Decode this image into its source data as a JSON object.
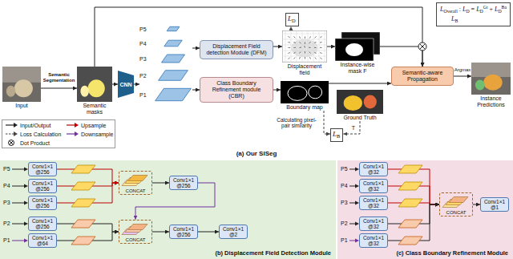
{
  "diagram": {
    "nodes": [
      {
        "text": [
          "Input"
        ]
      },
      {
        "text": [
          "Semantic masks"
        ]
      },
      {
        "text": [
          "CNN"
        ]
      },
      {
        "text": [
          "P5",
          "P4",
          "P3",
          "P2",
          "P1"
        ]
      },
      {
        "text": [
          "Displacement Field detection Module (DFM)"
        ]
      },
      {
        "text": [
          "Class Boundary Refinement module (CBR)"
        ]
      },
      {
        "text": [
          "L",
          "D"
        ]
      },
      {
        "text": [
          "Displacement field"
        ]
      },
      {
        "text": [
          "Instance-wise mask F"
        ]
      },
      {
        "text": [
          "Boundary map"
        ]
      },
      {
        "text": [
          "L",
          "B"
        ]
      },
      {
        "text": [
          "Ground Truth"
        ]
      },
      {
        "text": [
          "Semantic-aware Propagation"
        ]
      },
      {
        "text": [
          "Instance Predictions"
        ]
      },
      {
        "text": [
          "L",
          "Overall",
          ":",
          "L",
          "D",
          "=",
          "L",
          "D",
          "Gt",
          "+",
          "L",
          "D",
          "Ba",
          "L",
          "B"
        ]
      },
      {
        "text": [
          "(b) Displacement Field Detection Module"
        ]
      },
      {
        "text": [
          "Conv1×1 @256"
        ],
        "in": 15
      },
      {
        "text": [
          "Conv1×1 @256"
        ],
        "in": 15
      },
      {
        "text": [
          "Conv1×1 @256"
        ],
        "in": 15
      },
      {
        "text": [
          "Conv1×1 @256"
        ],
        "in": 15
      },
      {
        "text": [
          "Conv1×1 @64"
        ],
        "in": 15
      },
      {
        "text": [
          "CONCAT"
        ],
        "in": 15
      },
      {
        "text": [
          "Conv1×1 @256"
        ],
        "in": 15
      },
      {
        "text": [
          "CONCAT"
        ],
        "in": 15
      },
      {
        "text": [
          "Conv1×1 @256"
        ],
        "in": 15
      },
      {
        "text": [
          "Conv1×1 @2"
        ],
        "in": 15
      },
      {
        "text": [
          "(c) Class Boundary Refinement Module"
        ]
      },
      {
        "text": [
          "Conv1×1 @32"
        ],
        "in": 26
      },
      {
        "text": [
          "Conv1×1 @32"
        ],
        "in": 26
      },
      {
        "text": [
          "Conv1×1 @32"
        ],
        "in": 26
      },
      {
        "text": [
          "Conv1×1 @32"
        ],
        "in": 26
      },
      {
        "text": [
          "Conv1×1 @32"
        ],
        "in": 26
      },
      {
        "text": [
          "CONCAT"
        ],
        "in": 26
      },
      {
        "text": [
          "Conv1×1 @1"
        ],
        "in": 26
      }
    ],
    "edges": [
      {
        "from": 0,
        "to": 1,
        "arrow": "to",
        "label": "Semantic Segmentation"
      },
      {
        "from": 1,
        "to": 2,
        "arrow": "to"
      },
      {
        "from": 2,
        "to": 3,
        "arrow": "to"
      },
      {
        "from": 3,
        "to": 4,
        "arrow": "to"
      },
      {
        "from": 3,
        "to": 5,
        "arrow": "to"
      },
      {
        "from": 4,
        "to": 7,
        "arrow": "to"
      },
      {
        "from": 7,
        "to": 6,
        "arrow": "to"
      },
      {
        "from": 7,
        "to": 8,
        "arrow": "to"
      },
      {
        "from": 8,
        "to": 12,
        "arrow": "to"
      },
      {
        "from": 1,
        "to": 12,
        "arrow": "to"
      },
      {
        "from": 5,
        "to": 9,
        "arrow": "to"
      },
      {
        "from": 9,
        "to": 10,
        "arrow": "to",
        "label": "Calculating pixel-pair similarity"
      },
      {
        "from": 11,
        "to": 10,
        "arrow": "to",
        "label": "T"
      },
      {
        "from": 9,
        "to": 12,
        "arrow": "to"
      },
      {
        "from": 12,
        "to": 13,
        "arrow": "to",
        "label": "Argmax"
      },
      {
        "from": 16,
        "to": 21,
        "arrow": "to"
      },
      {
        "from": 17,
        "to": 21,
        "arrow": "to"
      },
      {
        "from": 18,
        "to": 21,
        "arrow": "to"
      },
      {
        "from": 21,
        "to": 22,
        "arrow": "to"
      },
      {
        "from": 22,
        "to": 23,
        "arrow": "to"
      },
      {
        "from": 19,
        "to": 23,
        "arrow": "to"
      },
      {
        "from": 20,
        "to": 23,
        "arrow": "to"
      },
      {
        "from": 23,
        "to": 24,
        "arrow": "to"
      },
      {
        "from": 24,
        "to": 25,
        "arrow": "to"
      },
      {
        "from": 27,
        "to": 32,
        "arrow": "to"
      },
      {
        "from": 28,
        "to": 32,
        "arrow": "to"
      },
      {
        "from": 29,
        "to": 32,
        "arrow": "to"
      },
      {
        "from": 30,
        "to": 32,
        "arrow": "to"
      },
      {
        "from": 31,
        "to": 32,
        "arrow": "to"
      },
      {
        "from": 32,
        "to": 33,
        "arrow": "to"
      }
    ],
    "labels": [
      "(a) Our SISeg",
      "P5",
      "P4",
      "P3",
      "P2",
      "P1",
      "P5",
      "P4",
      "P3",
      "P2",
      "P1"
    ],
    "legend": [
      {
        "text": "Input/Output"
      },
      {
        "text": "Loss Calculation"
      },
      {
        "text": "Dot Product"
      },
      {
        "text": "Upsample"
      },
      {
        "text": "Downsample"
      }
    ]
  }
}
